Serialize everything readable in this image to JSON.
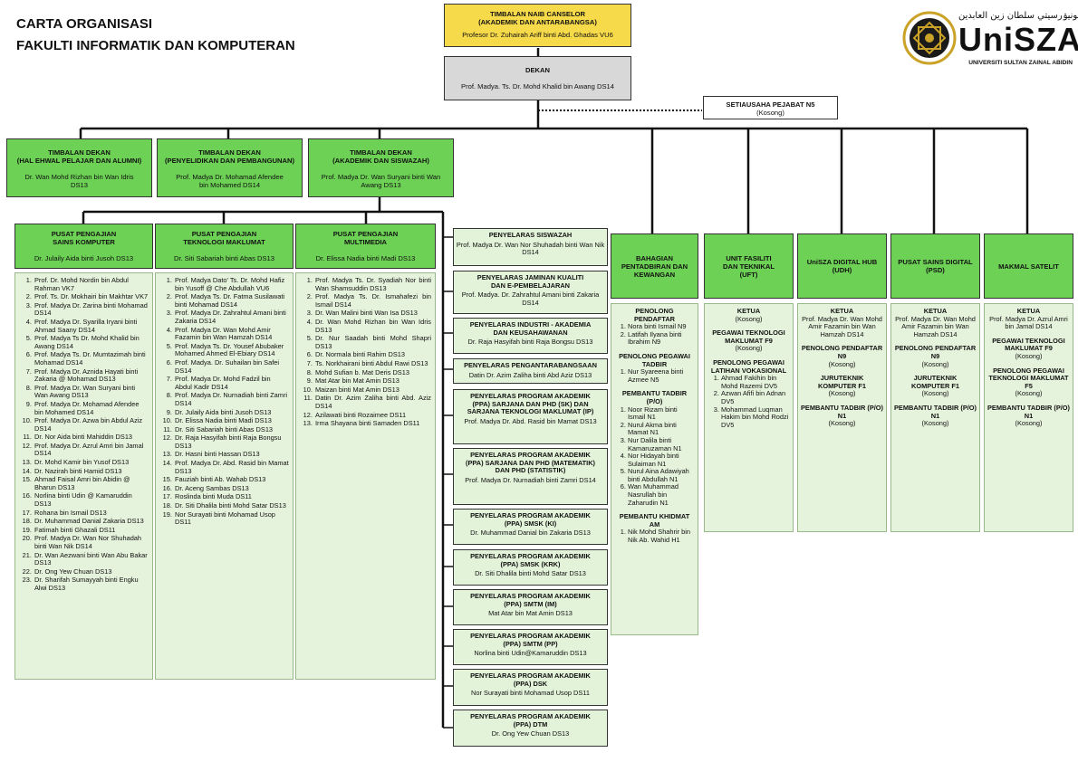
{
  "title": {
    "line1": "CARTA ORGANISASI",
    "line2": "FAKULTI INFORMATIK DAN KOMPUTERAN"
  },
  "logo": {
    "arabic": "يونيۏرسيتي سلطان زين العابدين",
    "name": "UniSZA",
    "subtitle": "UNIVERSITI SULTAN ZAINAL ABIDIN",
    "color": "#1a1a1a",
    "accent": "#c9a227"
  },
  "tnc": {
    "title": "TIMBALAN NAIB CANSELOR\n(AKADEMIK DAN ANTARABANGSA)",
    "name": "Profesor Dr. Zuhairah Ariff binti Abd. Ghadas VU6"
  },
  "dekan": {
    "title": "DEKAN",
    "name": "Prof. Madya. Ts. Dr. Mohd Khalid bin Awang DS14"
  },
  "setiausaha": {
    "title": "SETIAUSAHA PEJABAT N5",
    "name": "(Kosong)"
  },
  "deputies": [
    {
      "title": "TIMBALAN DEKAN\n(HAL EHWAL PELAJAR DAN ALUMNI)",
      "name": "Dr. Wan Mohd Rizhan bin Wan Idris\nDS13"
    },
    {
      "title": "TIMBALAN DEKAN\n(PENYELIDIKAN DAN PEMBANGUNAN)",
      "name": "Prof. Madya Dr. Mohamad Afendee\nbin Mohamed DS14"
    },
    {
      "title": "TIMBALAN DEKAN\n(AKADEMIK DAN SISWAZAH)",
      "name": "Prof. Madya Dr. Wan Suryani binti Wan\nAwang DS13"
    }
  ],
  "schools": [
    {
      "title": "PUSAT PENGAJIAN\nSAINS KOMPUTER",
      "head": "Dr. Julaily Aida binti Jusoh DS13",
      "members": [
        "Prof. Dr. Mohd Nordin bin Abdul Rahman VK7",
        "Prof. Ts. Dr. Mokhairi bin Makhtar VK7",
        "Prof. Madya Dr. Zarina binti Mohamad DS14",
        "Prof. Madya Dr. Syarilla Iryani binti Ahmad Saany DS14",
        "Prof. Madya Ts Dr. Mohd Khalid bin Awang DS14",
        "Prof. Madya Ts. Dr. Mumtazimah binti Mohamad DS14",
        "Prof. Madya Dr. Aznida Hayati binti Zakaria @ Mohamad DS13",
        "Prof. Madya Dr. Wan Suryani binti Wan Awang DS13",
        "Prof. Madya Dr. Mohamad Afendee bin Mohamed DS14",
        "Prof. Madya Dr. Azwa bin Abdul Aziz DS14",
        "Dr. Nor Aida binti Mahiddin DS13",
        "Prof. Madya Dr. Azrul Amri bin Jamal DS14",
        "Dr. Mohd Kamir bin Yusof DS13",
        "Dr. Nazirah binti Hamid DS13",
        "Ahmad Faisal Amri bin Abidin @ Bharun DS13",
        "Norlina binti Udin @ Kamaruddin DS13",
        "Rohana bin Ismail DS13",
        "Dr. Muhammad Danial Zakaria DS13",
        "Fatimah binti Ghazali DS11",
        "Prof. Madya Dr. Wan Nor Shuhadah binti Wan Nik DS14",
        "Dr. Wan Aezwani binti Wan Abu Bakar DS13",
        "Dr. Ong Yew Chuan DS13",
        "Dr. Sharifah Sumayyah binti Engku Alwi DS13"
      ]
    },
    {
      "title": "PUSAT PENGAJIAN\nTEKNOLOGI MAKLUMAT",
      "head": "Dr. Siti Sabariah binti Abas DS13",
      "members": [
        "Prof. Madya Dato' Ts. Dr. Mohd Hafiz bin Yusoff @ Che Abdullah VU6",
        "Prof. Madya Ts. Dr. Fatma Susilawati binti Mohamad DS14",
        "Prof. Madya Dr. Zahrahtul Amani binti Zakaria DS14",
        "Prof. Madya Dr. Wan Mohd Amir Fazamin bin Wan Hamzah DS14",
        "Prof. Madya Ts. Dr. Yousef Abubaker Mohamed Ahmed El-Ebiary DS14",
        "Prof. Madya. Dr. Suhailan bin Safei DS14",
        "Prof. Madya Dr. Mohd Fadzil bin Abdul Kadir DS14",
        "Prof. Madya Dr. Nurnadiah binti Zamri DS14",
        "Dr. Julaily Aida binti Jusoh DS13",
        "Dr. Elissa Nadia binti Madi DS13",
        "Dr. Siti Sabariah binti Abas DS13",
        "Dr. Raja Hasyifah binti Raja Bongsu DS13",
        "Dr. Hasni binti Hassan DS13",
        "Prof. Madya Dr. Abd. Rasid bin Mamat DS13",
        "Fauziah binti Ab. Wahab DS13",
        "Dr. Aceng Sambas DS13",
        "Roslinda binti Muda DS11",
        "Dr. Siti Dhalila binti Mohd Satar DS13",
        "Nor Surayati binti Mohamad Usop DS11"
      ]
    },
    {
      "title": "PUSAT PENGAJIAN\nMULTIMEDIA",
      "head": "Dr. Elissa Nadia binti Madi DS13",
      "members": [
        "Prof. Madya Ts. Dr. Syadiah Nor binti Wan Shamsuddin DS13",
        "Prof. Madya Ts. Dr. Ismahafezi bin Ismail DS14",
        "Dr. Wan Malini binti Wan Isa DS13",
        "Dr. Wan Mohd Rizhan bin Wan Idris DS13",
        "Dr. Nur Saadah binti Mohd Shapri DS13",
        "Dr. Normala binti Rahim DS13",
        "Ts. Norkhairani binti Abdul Rawi DS13",
        "Mohd Sufian b. Mat Deris DS13",
        "Mat Atar bin Mat Amin DS13",
        "Maizan binti Mat Amin DS13",
        "Datin Dr. Azim Zaliha binti Abd. Aziz DS14",
        "Azilawati binti Rozaimee DS11",
        "Irma Shayana binti Samaden DS11"
      ]
    }
  ],
  "coordinators": [
    {
      "title": "PENYELARAS SISWAZAH",
      "name": "Prof. Madya Dr. Wan Nor Shuhadah binti Wan Nik DS14"
    },
    {
      "title": "PENYELARAS JAMINAN KUALITI\nDAN E-PEMBELAJARAN",
      "name": "Prof. Madya. Dr. Zahrahtul Amani binti Zakaria DS14"
    },
    {
      "title": "PENYELARAS INDUSTRI - AKADEMIA\nDAN KEUSAHAWANAN",
      "name": "Dr. Raja Hasyifah binti Raja Bongsu DS13"
    },
    {
      "title": "PENYELARAS PENGANTARABANGSAAN",
      "name": "Datin Dr. Azim Zaliha binti Abd Aziz DS13"
    },
    {
      "title": "PENYELARAS PROGRAM AKADEMIK\n(PPA) SARJANA DAN PHD (SK) DAN\nSARJANA TEKNOLOGI MAKLUMAT (IP)",
      "name": "Prof. Madya Dr. Abd. Rasid bin Mamat DS13"
    },
    {
      "title": "PENYELARAS PROGRAM AKADEMIK\n(PPA) SARJANA DAN PHD (MATEMATIK)\nDAN PHD (STATISTIK)",
      "name": "Prof. Madya Dr. Nurnadiah binti Zamri DS14"
    },
    {
      "title": "PENYELARAS PROGRAM AKADEMIK\n(PPA) SMSK (KI)",
      "name": "Dr. Muhammad Danial bin Zakaria DS13"
    },
    {
      "title": "PENYELARAS PROGRAM AKADEMIK\n(PPA) SMSK (KRK)",
      "name": "Dr. Siti Dhalila binti Mohd Satar DS13"
    },
    {
      "title": "PENYELARAS PROGRAM AKADEMIK\n(PPA) SMTM (IM)",
      "name": "Mat Atar bin Mat Amin DS13"
    },
    {
      "title": "PENYELARAS PROGRAM AKADEMIK\n(PPA) SMTM (PP)",
      "name": "Norlina binti Udin@Kamaruddin DS13"
    },
    {
      "title": "PENYELARAS PROGRAM AKADEMIK\n(PPA) DSK",
      "name": "Nor Surayati binti Mohamad Usop DS11"
    },
    {
      "title": "PENYELARAS PROGRAM AKADEMIK\n(PPA) DTM",
      "name": "Dr. Ong Yew Chuan DS13"
    }
  ],
  "units": [
    {
      "title": "BAHAGIAN\nPENTADBIRAN DAN\nKEWANGAN",
      "sections": [
        {
          "heading": "PENOLONG PENDAFTAR",
          "list": [
            "Nora binti Ismail N9",
            "Latifah Ilyana binti Ibrahim N9"
          ]
        },
        {
          "heading": "PENOLONG PEGAWAI TADBIR",
          "list": [
            "Nur Syareena binti Azmee N5"
          ]
        },
        {
          "heading": "PEMBANTU TADBIR (P/O)",
          "list": [
            "Noor Rizam binti Ismail N1",
            "Nurul Akma binti Mamat N1",
            "Nur Dalila binti Kamaruzaman N1",
            "Nor Hidayah binti Sulaiman N1",
            "Nurul Aina Adawiyah binti Abdullah N1",
            "Wan Muhammad Nasrullah bin Zaharudin N1"
          ]
        },
        {
          "heading": "PEMBANTU KHIDMAT AM",
          "list": [
            "Nik Mohd Shahrir bin Nik Ab. Wahid H1"
          ]
        }
      ]
    },
    {
      "title": "UNIT FASILITI\nDAN TEKNIKAL\n(UFT)",
      "sections": [
        {
          "heading": "KETUA",
          "text": "(Kosong)"
        },
        {
          "heading": "PEGAWAI TEKNOLOGI MAKLUMAT F9",
          "text": "(Kosong)"
        },
        {
          "heading": "PENOLONG PEGAWAI LATIHAN VOKASIONAL",
          "list": [
            "Ahmad Fakihin bin Mohd Razemi DV5",
            "Azwan Afifi bin Adnan DV5",
            "Mohammad Luqman Hakim bin Mohd Rodzi DV5"
          ]
        }
      ]
    },
    {
      "title": "UniSZA DIGITAL HUB\n(UDH)",
      "sections": [
        {
          "heading": "KETUA",
          "text": "Prof. Madya Dr. Wan Mohd Amir Fazamin bin Wan Hamzah DS14"
        },
        {
          "heading": "PENOLONG PENDAFTAR N9",
          "text": "(Kosong)"
        },
        {
          "heading": "JURUTEKNIK KOMPUTER F1",
          "text": "(Kosong)"
        },
        {
          "heading": "PEMBANTU TADBIR (P/O) N1",
          "text": "(Kosong)"
        }
      ]
    },
    {
      "title": "PUSAT SAINS DIGITAL\n(PSD)",
      "sections": [
        {
          "heading": "KETUA",
          "text": "Prof. Madya Dr. Wan Mohd Amir Fazamin bin Wan Hamzah DS14"
        },
        {
          "heading": "PENOLONG PENDAFTAR N9",
          "text": "(Kosong)"
        },
        {
          "heading": "JURUTEKNIK KOMPUTER F1",
          "text": "(Kosong)"
        },
        {
          "heading": "PEMBANTU TADBIR (P/O) N1",
          "text": "(Kosong)"
        }
      ]
    },
    {
      "title": "MAKMAL SATELIT",
      "sections": [
        {
          "heading": "KETUA",
          "text": "Prof. Madya Dr. Azrul Amri bin Jamal DS14"
        },
        {
          "heading": "PEGAWAI TEKNOLOGI MAKLUMAT F9",
          "text": "(Kosong)"
        },
        {
          "heading": "PENOLONG PEGAWAI TEKNOLOGI MAKLUMAT F5",
          "text": "(Kosong)"
        },
        {
          "heading": "PEMBANTU TADBIR (P/O) N1",
          "text": "(Kosong)"
        }
      ]
    }
  ],
  "colors": {
    "tnc": "#f6da4a",
    "dekan": "#d8d8d8",
    "header_green": "#6cd154",
    "panel_green": "#e6f3dc",
    "coordinator_green": "#e3f3d9"
  }
}
